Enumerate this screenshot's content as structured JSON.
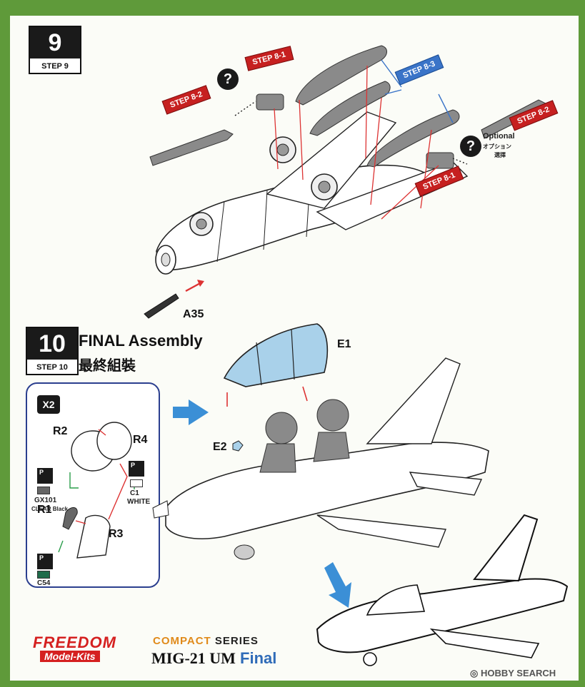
{
  "step9": {
    "number": "9",
    "label": "STEP 9",
    "tags": {
      "step8_1_top": "STEP 8-1",
      "step8_2_left": "STEP 8-2",
      "step8_3": "STEP 8-3",
      "step8_2_right": "STEP 8-2",
      "step8_1_right": "STEP 8-1"
    },
    "question_mark": "?",
    "optional": "Optional",
    "optional_jp": "オプション",
    "optional_jp2": "選擇",
    "part_a35": "A35"
  },
  "step10": {
    "number": "10",
    "label": "STEP 10",
    "title": "FINAL Assembly",
    "title_jp": "最終組裝",
    "part_e1": "E1",
    "part_e2": "E2",
    "pilot_box": {
      "multiplier": "X2",
      "r2": "R2",
      "r4": "R4",
      "r1": "R1",
      "r3": "R3",
      "paint_gx101": "GX101",
      "paint_gx101_name": "CLEAR Black",
      "paint_c1": "C1",
      "paint_c1_name": "WHITE",
      "paint_c54": "C54"
    }
  },
  "footer": {
    "brand_line1": "FREEDOM",
    "brand_line2": "Model-Kits",
    "series_compact": "COMPACT",
    "series_word": "SERIES",
    "model": "MIG-21 UM",
    "model_suffix": "Final",
    "watermark": "HOBBY SEARCH"
  },
  "colors": {
    "background_green": "#5f9a3a",
    "tag_red": "#c62020",
    "tag_blue": "#3a74c8",
    "canopy_blue": "#a9d1ea",
    "arrow_blue": "#3b8fd6",
    "box_border": "#2b3f8f"
  }
}
